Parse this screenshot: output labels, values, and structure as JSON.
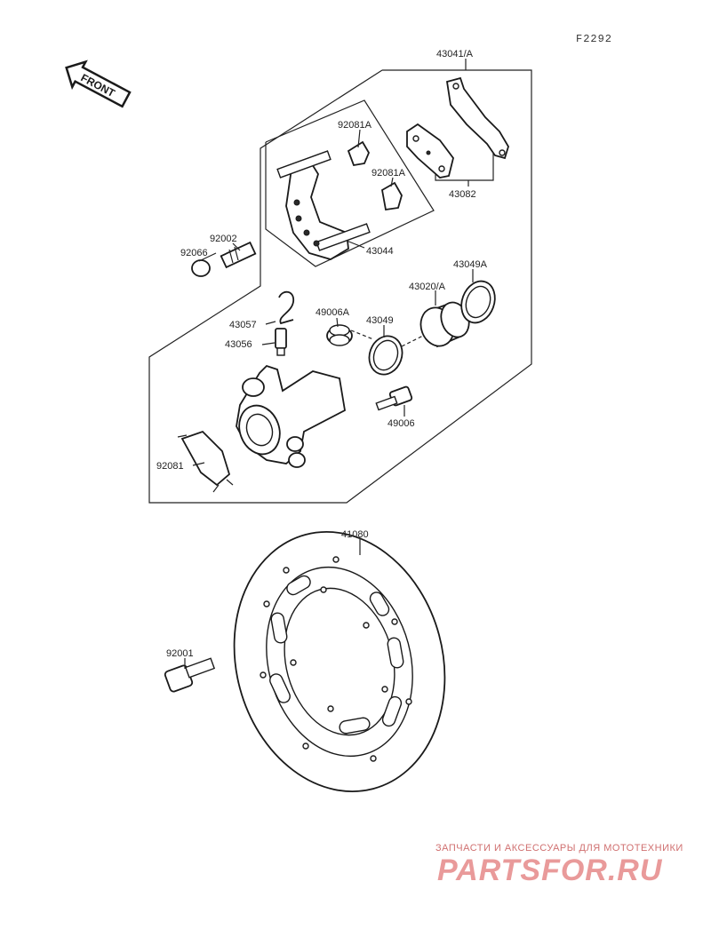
{
  "diagram_code": "F2292",
  "direction_label": "FRONT",
  "parts": {
    "p43041A": "43041/A",
    "p92081A_1": "92081A",
    "p92081A_2": "92081A",
    "p43082": "43082",
    "p92002": "92002",
    "p92066": "92066",
    "p43044": "43044",
    "p43049A": "43049A",
    "p43020A": "43020/A",
    "p43057": "43057",
    "p49006A": "49006A",
    "p43049": "43049",
    "p43056": "43056",
    "p49006": "49006",
    "p92081": "92081",
    "p41080": "41080",
    "p92001": "92001"
  },
  "watermark": {
    "tagline": "ЗАПЧАСТИ И АКСЕССУАРЫ ДЛЯ МОТОТЕХНИКИ",
    "brand": "PARTSFOR.RU"
  }
}
